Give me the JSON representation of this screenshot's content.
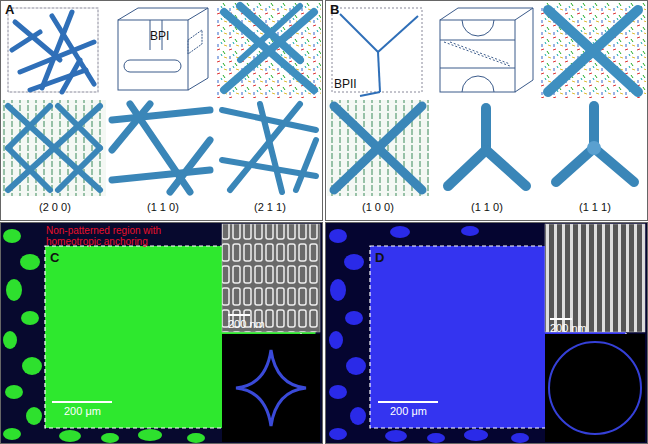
{
  "diagram": {
    "nodes": [
      {
        "text": [
          "A"
        ]
      },
      {
        "text": [
          "B"
        ]
      },
      {
        "text": [
          "C"
        ]
      },
      {
        "text": [
          "D"
        ]
      }
    ],
    "labels": [
      "BPI",
      "(2 0 0)",
      "(1 1 0)",
      "(2 1 1)",
      "BPII",
      "(1 0 0)",
      "(1 1 0)",
      "(1 1 1)",
      "Non-patterned region with homeotropic anchoring",
      "200 μm",
      "200 nm",
      "200 μm",
      "200 nm"
    ]
  }
}
